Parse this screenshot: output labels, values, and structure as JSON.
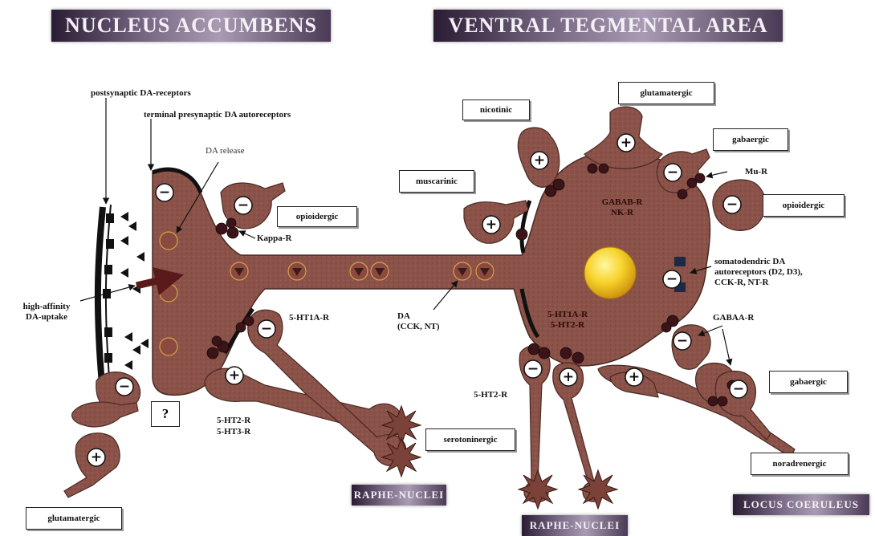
{
  "banners": {
    "nucleus_accumbens": "NUCLEUS ACCUMBENS",
    "vta": "VENTRAL TEGMENTAL AREA",
    "raphe_left": "RAPHE-NUCLEI",
    "raphe_bottom": "RAPHE-NUCLEI",
    "locus": "LOCUS COERULEUS"
  },
  "boxes": {
    "glutamatergic_top": "glutamatergic",
    "nicotinic": "nicotinic",
    "gabaergic_top": "gabaergic",
    "muscarinic": "muscarinic",
    "opioidergic_right": "opioidergic",
    "opioidergic_left": "opioidergic",
    "gabaergic_bottom": "gabaergic",
    "serotoninergic": "serotoninergic",
    "noradrenergic": "noradrenergic",
    "glutamatergic_bottom": "glutamatergic",
    "question": "?"
  },
  "labels": {
    "postsynaptic": "postsynaptic DA-receptors",
    "terminal": "terminal presynaptic DA autoreceptors",
    "da_release": "DA release",
    "kappa": "Kappa-R",
    "high_affinity_1": "high-affinity",
    "high_affinity_2": "DA-uptake",
    "ht1a": "5-HT1A-R",
    "ht2_1": "5-HT2-R",
    "ht3_1": "5-HT3-R",
    "da_1": "DA",
    "da_2": "(CCK, NT)",
    "mu": "Mu-R",
    "gaba_b_1": "GABAB-R",
    "gaba_b_2": "NK-R",
    "somato_1": "somatodendric DA",
    "somato_2": "autoreceptors (D2, D3),",
    "somato_3": "CCK-R, NT-R",
    "ht_soma_1": "5-HT1A-R",
    "ht_soma_2": "5-HT2-R",
    "gaba_a": "GABAA-R",
    "ht2_bottom": "5-HT2-R"
  },
  "signs": {
    "plus": "+",
    "minus": "−"
  }
}
